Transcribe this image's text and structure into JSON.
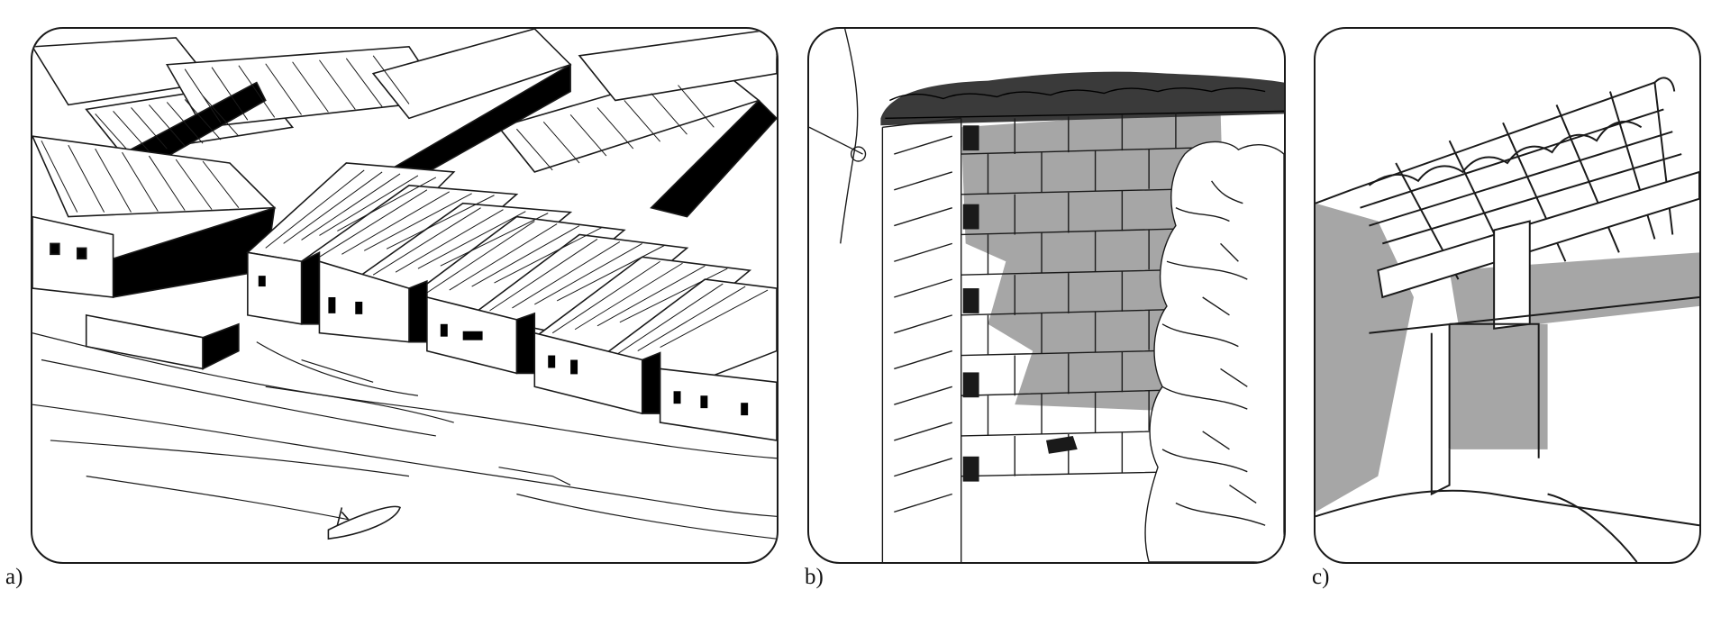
{
  "figure": {
    "panels": [
      {
        "id": "a",
        "label": "a)",
        "icon": "aerial-village-sketch-icon"
      },
      {
        "id": "b",
        "label": "b)",
        "icon": "brick-wall-sketch-icon"
      },
      {
        "id": "c",
        "label": "c)",
        "icon": "roof-interior-sketch-icon"
      }
    ],
    "colors": {
      "ink": "#1a1a1a",
      "shade": "#a6a6a6",
      "paper": "#ffffff"
    }
  }
}
